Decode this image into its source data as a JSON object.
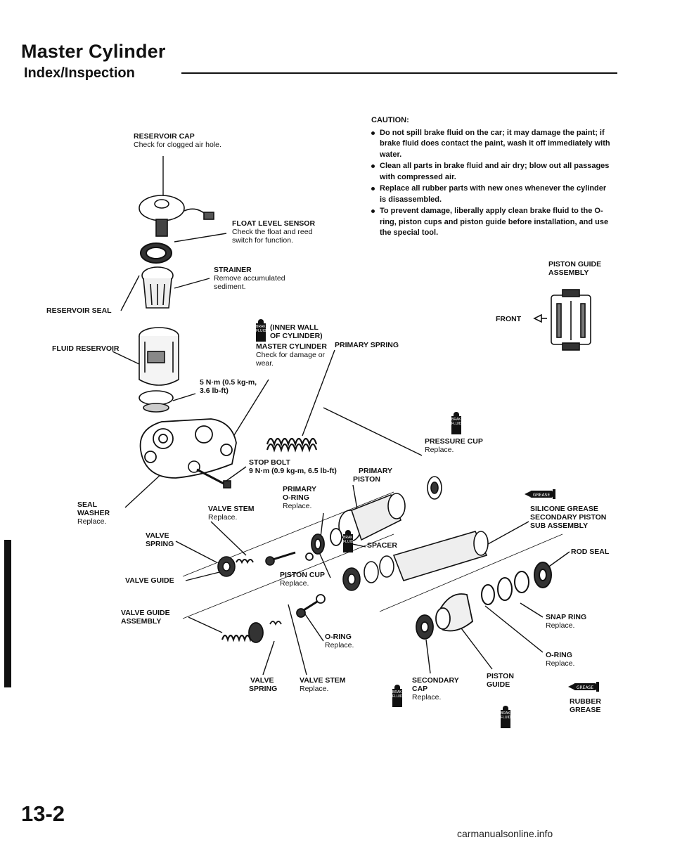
{
  "header": {
    "title": "Master Cylinder",
    "subtitle": "Index/Inspection"
  },
  "caution": {
    "heading": "CAUTION:",
    "items": [
      "Do not spill brake fluid on the car; it may damage the paint; if brake fluid does contact the paint, wash it off immediately with water.",
      "Clean all parts in brake fluid and air dry; blow out all passages with compressed air.",
      "Replace all rubber parts with new ones whenever the cylinder is disassembled.",
      "To prevent damage, liberally apply clean brake fluid to the O-ring, piston cups and piston guide before installation, and use the special tool."
    ]
  },
  "labels": {
    "reservoir_cap": "RESERVOIR CAP",
    "reservoir_cap_note": "Check for clogged air hole.",
    "float_sensor": "FLOAT LEVEL SENSOR",
    "float_sensor_note1": "Check the float and reed",
    "float_sensor_note2": "switch for function.",
    "strainer": "STRAINER",
    "strainer_note1": "Remove accumulated",
    "strainer_note2": "sediment.",
    "reservoir_seal": "RESERVOIR SEAL",
    "fluid_reservoir": "FLUID RESERVOIR",
    "inner_wall1": "(INNER WALL",
    "inner_wall2": "OF CYLINDER)",
    "master_cylinder": "MASTER CYLINDER",
    "master_cylinder_note1": "Check for damage or",
    "master_cylinder_note2": "wear.",
    "torque1_a": "5 N·m (0.5 kg-m,",
    "torque1_b": "3.6 lb-ft)",
    "primary_spring": "PRIMARY SPRING",
    "piston_guide_assembly1": "PISTON GUIDE",
    "piston_guide_assembly2": "ASSEMBLY",
    "front": "FRONT",
    "pressure_cup": "PRESSURE CUP",
    "pressure_cup_note": "Replace.",
    "stop_bolt": "STOP BOLT",
    "stop_bolt_torque": "9 N·m (0.9 kg-m, 6.5 lb-ft)",
    "primary_piston1": "PRIMARY",
    "primary_piston2": "PISTON",
    "seal_washer1": "SEAL",
    "seal_washer2": "WASHER",
    "seal_washer_note": "Replace.",
    "valve_stem_upper": "VALVE STEM",
    "valve_stem_upper_note": "Replace.",
    "primary_oring1": "PRIMARY",
    "primary_oring2": "O-RING",
    "primary_oring_note": "Replace.",
    "silicone_grease": "SILICONE GREASE",
    "secondary_piston1": "SECONDARY PISTON",
    "secondary_piston2": "SUB ASSEMBLY",
    "valve_spring_upper1": "VALVE",
    "valve_spring_upper2": "SPRING",
    "spacer": "SPACER",
    "rod_seal": "ROD SEAL",
    "piston_cup": "PISTON CUP",
    "piston_cup_note": "Replace.",
    "valve_guide": "VALVE GUIDE",
    "valve_guide_assembly1": "VALVE GUIDE",
    "valve_guide_assembly2": "ASSEMBLY",
    "snap_ring": "SNAP RING",
    "snap_ring_note": "Replace.",
    "oring_mid": "O-RING",
    "oring_mid_note": "Replace.",
    "oring_right": "O-RING",
    "oring_right_note": "Replace.",
    "valve_spring_lower1": "VALVE",
    "valve_spring_lower2": "SPRING",
    "valve_stem_lower": "VALVE STEM",
    "valve_stem_lower_note": "Replace.",
    "secondary_cap1": "SECONDARY",
    "secondary_cap2": "CAP",
    "secondary_cap_note": "Replace.",
    "piston_guide1": "PISTON",
    "piston_guide2": "GUIDE",
    "rubber_grease1": "RUBBER",
    "rubber_grease2": "GREASE"
  },
  "badges": {
    "brake_fluid": "BRAKE FLUID",
    "grease": "GREASE"
  },
  "footer": {
    "page_number": "13-2",
    "watermark": "carmanualsonline.info"
  }
}
